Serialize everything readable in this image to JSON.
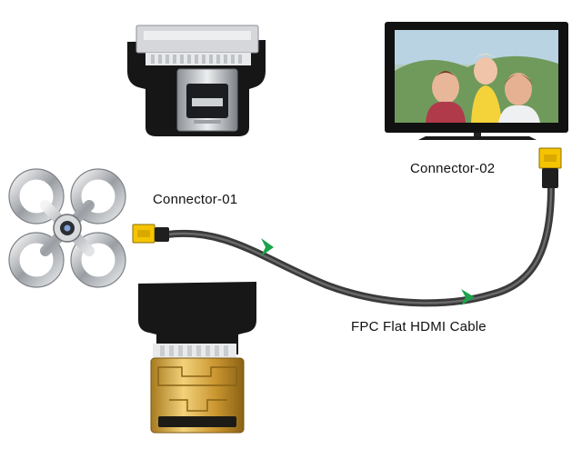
{
  "labels": {
    "connector_01": "Connector-01",
    "connector_02": "Connector-02",
    "cable": "FPC Flat HDMI Cable"
  },
  "icons": {
    "drone": "drone-icon",
    "tv": "tv-icon",
    "female_adapter": "hdmi-female-adapter-icon",
    "male_adapter": "hdmi-male-adapter-icon",
    "cable": "fpc-cable-icon"
  },
  "colors": {
    "cable": "#4a4a4a",
    "plug": "#f5c400",
    "arrow": "#1aa34a",
    "pcb": "#1a1a1a",
    "gold": "#d4a437",
    "silver": "#b8bcc0"
  }
}
